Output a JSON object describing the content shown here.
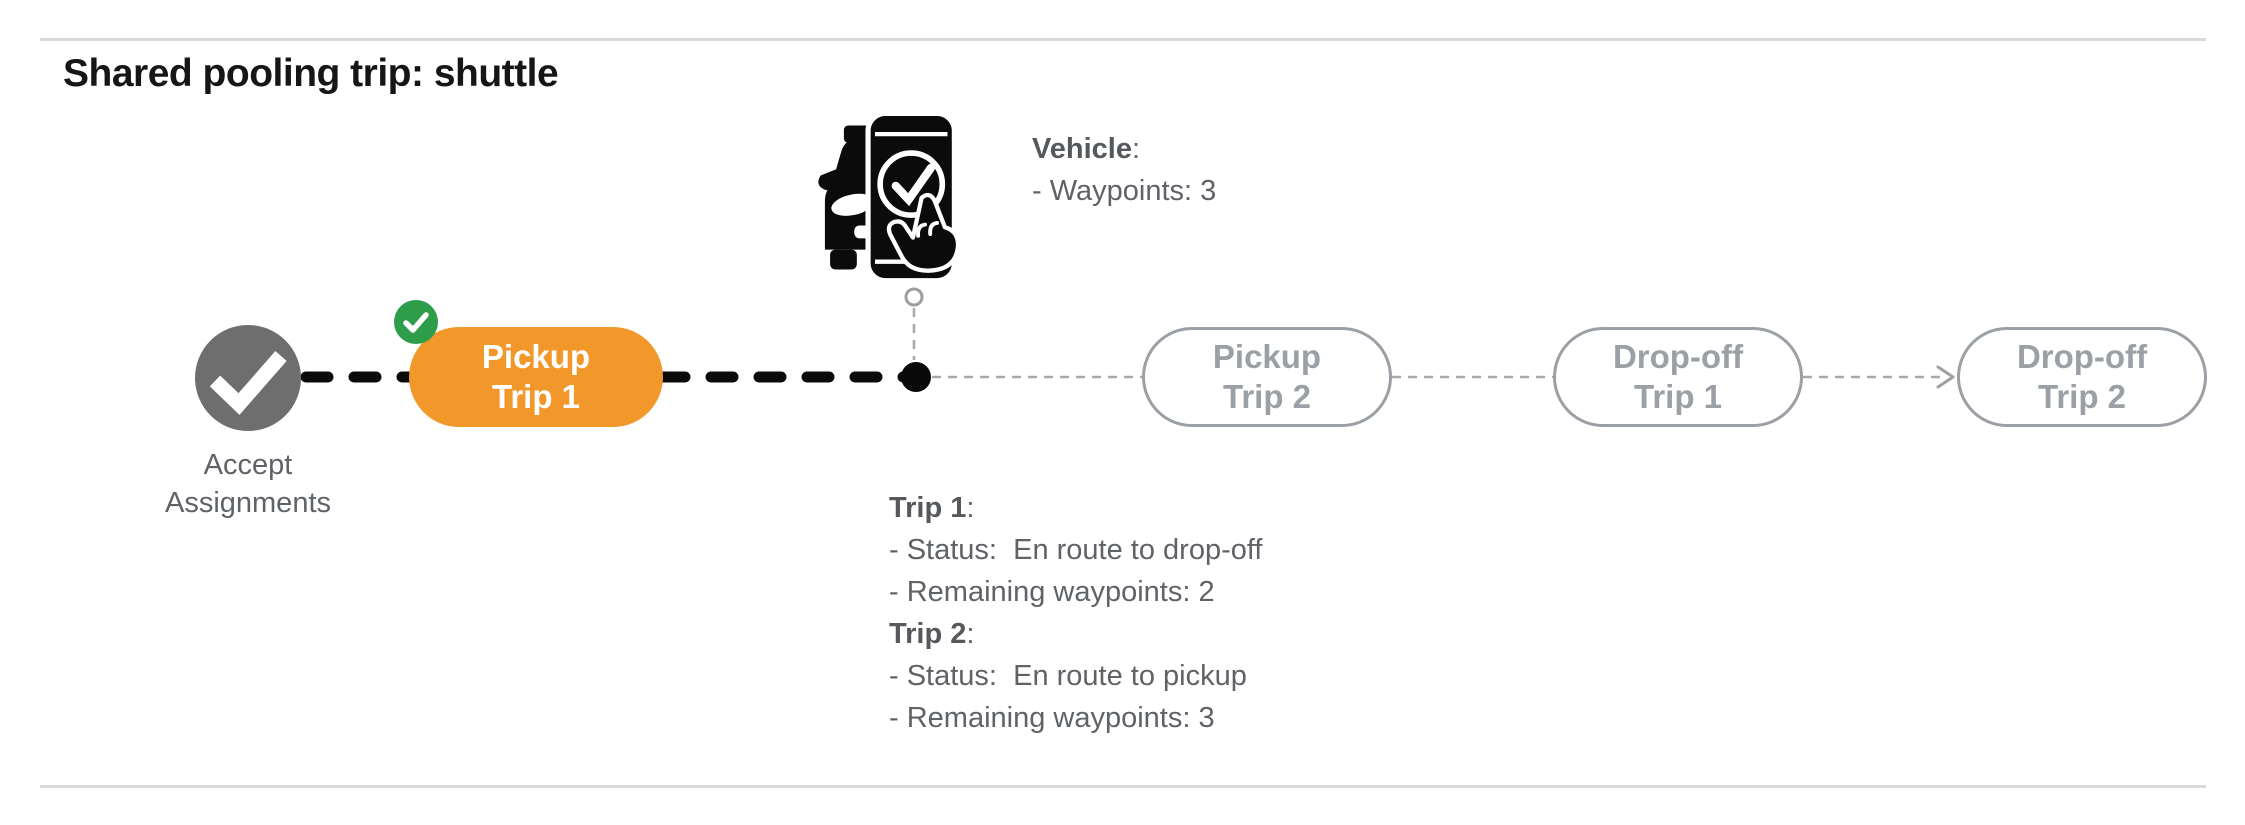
{
  "title": "Shared pooling trip: shuttle",
  "timeline": {
    "accept_node": {
      "label_line1": "Accept",
      "label_line2": "Assignments",
      "state": "completed"
    },
    "pills": [
      {
        "line1": "Pickup",
        "line2": "Trip 1",
        "state": "current",
        "badge": "completed-check"
      },
      {
        "line1": "Pickup",
        "line2": "Trip 2",
        "state": "upcoming"
      },
      {
        "line1": "Drop-off",
        "line2": "Trip 1",
        "state": "upcoming"
      },
      {
        "line1": "Drop-off",
        "line2": "Trip 2",
        "state": "upcoming"
      }
    ]
  },
  "vehicle_info": {
    "heading": "Vehicle",
    "heading_suffix": ":",
    "waypoints_line": "- Waypoints: 3"
  },
  "trip_info": {
    "trip1": {
      "heading": "Trip 1",
      "heading_suffix": ":",
      "status_line": "- Status:  En route to drop-off",
      "waypoints_line": "- Remaining waypoints: 2"
    },
    "trip2": {
      "heading": "Trip 2",
      "heading_suffix": ":",
      "status_line": "- Status:  En route to pickup",
      "waypoints_line": "- Remaining waypoints: 3"
    }
  },
  "icons": {
    "accept_node": "check-icon",
    "pill_badge": "check-badge-icon",
    "vehicle": "taxi-phone-check-icon",
    "current_position": "position-dot",
    "flow_direction": "arrow-right-icon"
  },
  "colors": {
    "accent_orange": "#F2982B",
    "success_green": "#2E9D4A",
    "completed_node_gray": "#6E6E6E",
    "upcoming_gray": "#9AA0A6",
    "text_gray": "#5F6368",
    "title_black": "#161616",
    "connector_black": "#0A0A0A",
    "connector_gray": "#A9A9A9",
    "divider_gray": "#D9D9D9"
  }
}
